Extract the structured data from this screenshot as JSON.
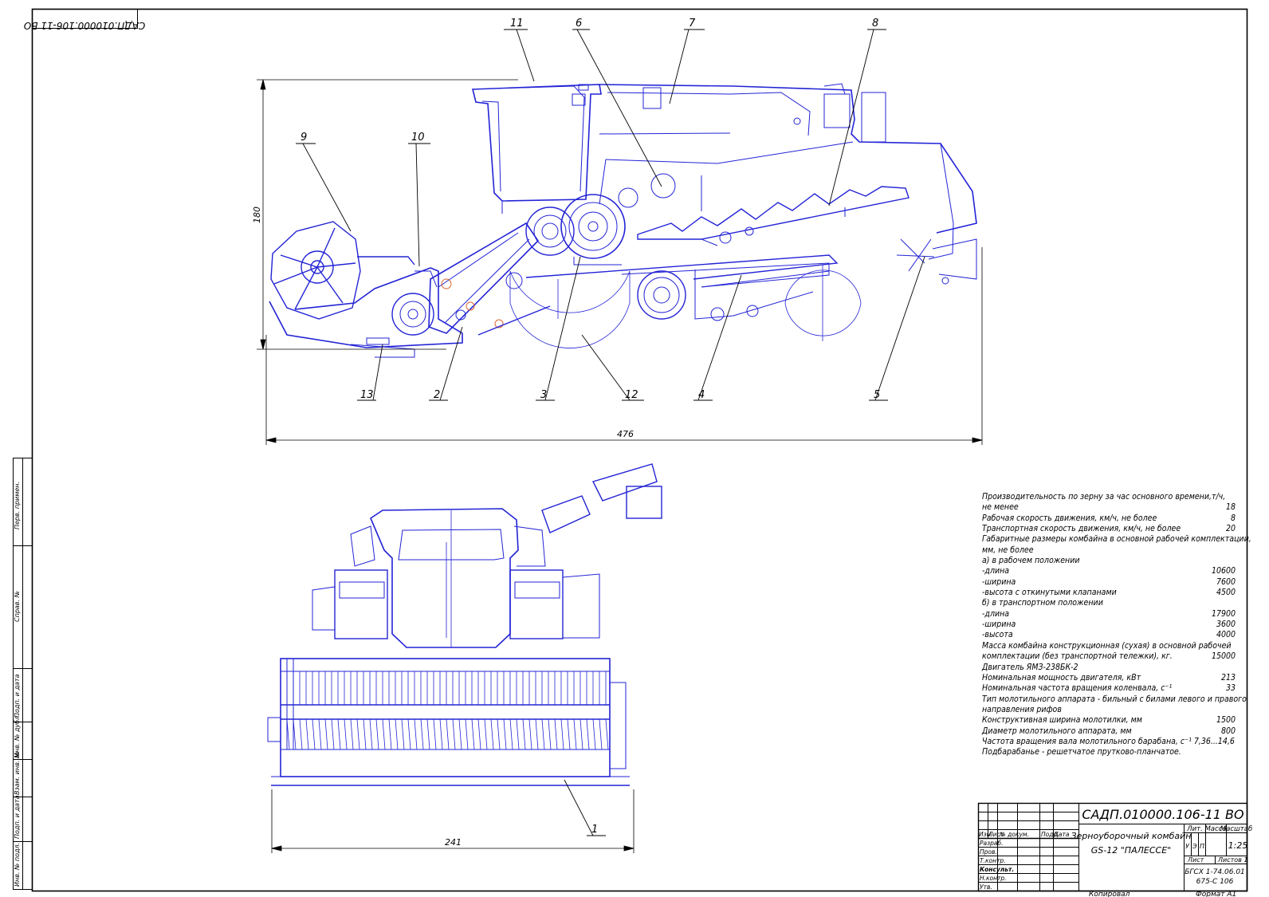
{
  "corner_stamp": "САДП.010000.106-11 ВО",
  "callouts": [
    "1",
    "2",
    "3",
    "4",
    "5",
    "6",
    "7",
    "8",
    "9",
    "10",
    "11",
    "12",
    "13"
  ],
  "dimensions": {
    "height": "180",
    "length": "476",
    "width": "241"
  },
  "specs": [
    {
      "text": "Производительность по зерну за час основного времени,т/ч,",
      "value": ""
    },
    {
      "text": "не менее",
      "value": "18"
    },
    {
      "text": "Рабочая скорость движения, км/ч, не более",
      "value": "8"
    },
    {
      "text": "Транспортная скорость движения, км/ч, не более",
      "value": "20"
    },
    {
      "text": "Габаритные размеры комбайна в основной рабочей комплектации,",
      "value": ""
    },
    {
      "text": "мм, не более",
      "value": ""
    },
    {
      "text": "а) в рабочем положении",
      "value": ""
    },
    {
      "text": "-длина",
      "value": "10600"
    },
    {
      "text": "-ширина",
      "value": "7600"
    },
    {
      "text": "-высота с откинутыми клапанами",
      "value": "4500"
    },
    {
      "text": "б) в транспортном положении",
      "value": ""
    },
    {
      "text": "-длина",
      "value": "17900"
    },
    {
      "text": "-ширина",
      "value": "3600"
    },
    {
      "text": "-высота",
      "value": "4000"
    },
    {
      "text": "Масса комбайна конструкционная (сухая) в основной рабочей",
      "value": ""
    },
    {
      "text": "комплектации (без транспортной тележки), кг.",
      "value": "15000"
    },
    {
      "text": "Двигатель ЯМЗ-238БК-2",
      "value": ""
    },
    {
      "text": "Номинальная мощность двигателя, кВт",
      "value": "213"
    },
    {
      "text": "Номинальная частота вращения коленвала, с⁻¹",
      "value": "33"
    },
    {
      "text": "Тип молотильного аппарата - бильный с билами левого и правого",
      "value": ""
    },
    {
      "text": "направления рифов",
      "value": ""
    },
    {
      "text": "Конструктивная ширина молотилки, мм",
      "value": "1500"
    },
    {
      "text": "Диаметр молотильного аппарата, мм",
      "value": "800"
    },
    {
      "text": "Частота вращения вала молотильного барабана, с⁻¹ 7,36...14,6",
      "value": ""
    },
    {
      "text": "Подбарабанье - решетчатое прутково-планчатое.",
      "value": ""
    }
  ],
  "title_block": {
    "code": "САДП.010000.106-11 ВО",
    "name_line1": "Зерноуборочный комбайн",
    "name_line2": "GS-12 \"ПАЛЕССЕ\"",
    "col_lit": "Лит.",
    "col_mass": "Масса",
    "col_scale": "Масштаб",
    "scale_value": "1:25",
    "lit_letters": [
      "У",
      "Э",
      "П"
    ],
    "sheet_label": "Лист",
    "sheets_label": "Листов  1",
    "org_line1": "БГСХ 1-74.06.01",
    "org_line2": "675-С 106",
    "header_cols": [
      "Изм.",
      "Лист",
      "№ докум.",
      "Подп.",
      "Дата"
    ],
    "role_rows": [
      "Разраб.",
      "Пров.",
      "Т.контр.",
      "Консульт.",
      "Н.контр.",
      "Утв."
    ],
    "copied": "Копировал",
    "format": "Формат  А1"
  },
  "left_strip": [
    "Перв. примен.",
    "Справ. №",
    "Подп. и дата",
    "Инв. № дубл.",
    "Взам. инв. №",
    "Подп. и дата",
    "Инв. № подл."
  ]
}
